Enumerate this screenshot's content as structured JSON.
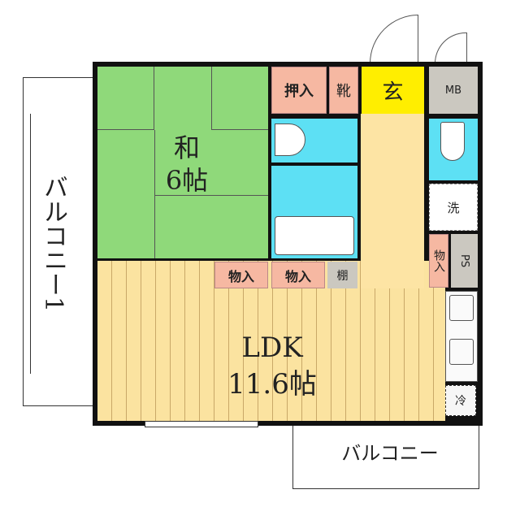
{
  "rooms": {
    "washitsu": {
      "name": "和",
      "size": "6帖"
    },
    "ldk": {
      "name": "LDK",
      "size": "11.6帖"
    },
    "oshiire": "押入",
    "shoes": "靴",
    "entrance": "玄",
    "mb": "MB",
    "laundry": "洗",
    "storage_hall": "物入",
    "ps": "PS",
    "storage1": "物入",
    "storage2": "物入",
    "shelf": "棚",
    "fridge": "冷"
  },
  "balconies": {
    "left": "バルコニー1",
    "bottom": "バルコニー"
  },
  "colors": {
    "washitsu": "#8fd97a",
    "ldk": "#fbe3a0",
    "wet": "#5de0f4",
    "entrance": "#ffee00",
    "storage": "#f6b8a2"
  }
}
